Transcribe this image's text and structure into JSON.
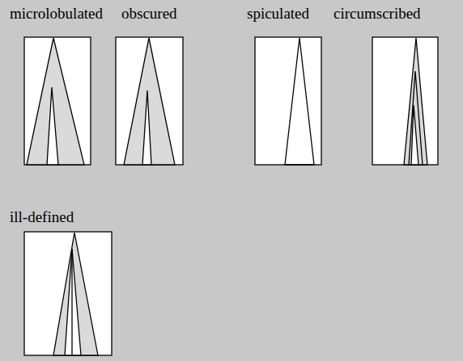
{
  "diagram": {
    "nodes": [
      {
        "text": [
          "microlobulated"
        ]
      },
      {
        "text": [
          "obscured"
        ]
      },
      {
        "text": [
          "spiculated"
        ]
      },
      {
        "text": [
          "circumscribed"
        ]
      },
      {
        "text": [
          "ill-defined"
        ]
      }
    ]
  }
}
